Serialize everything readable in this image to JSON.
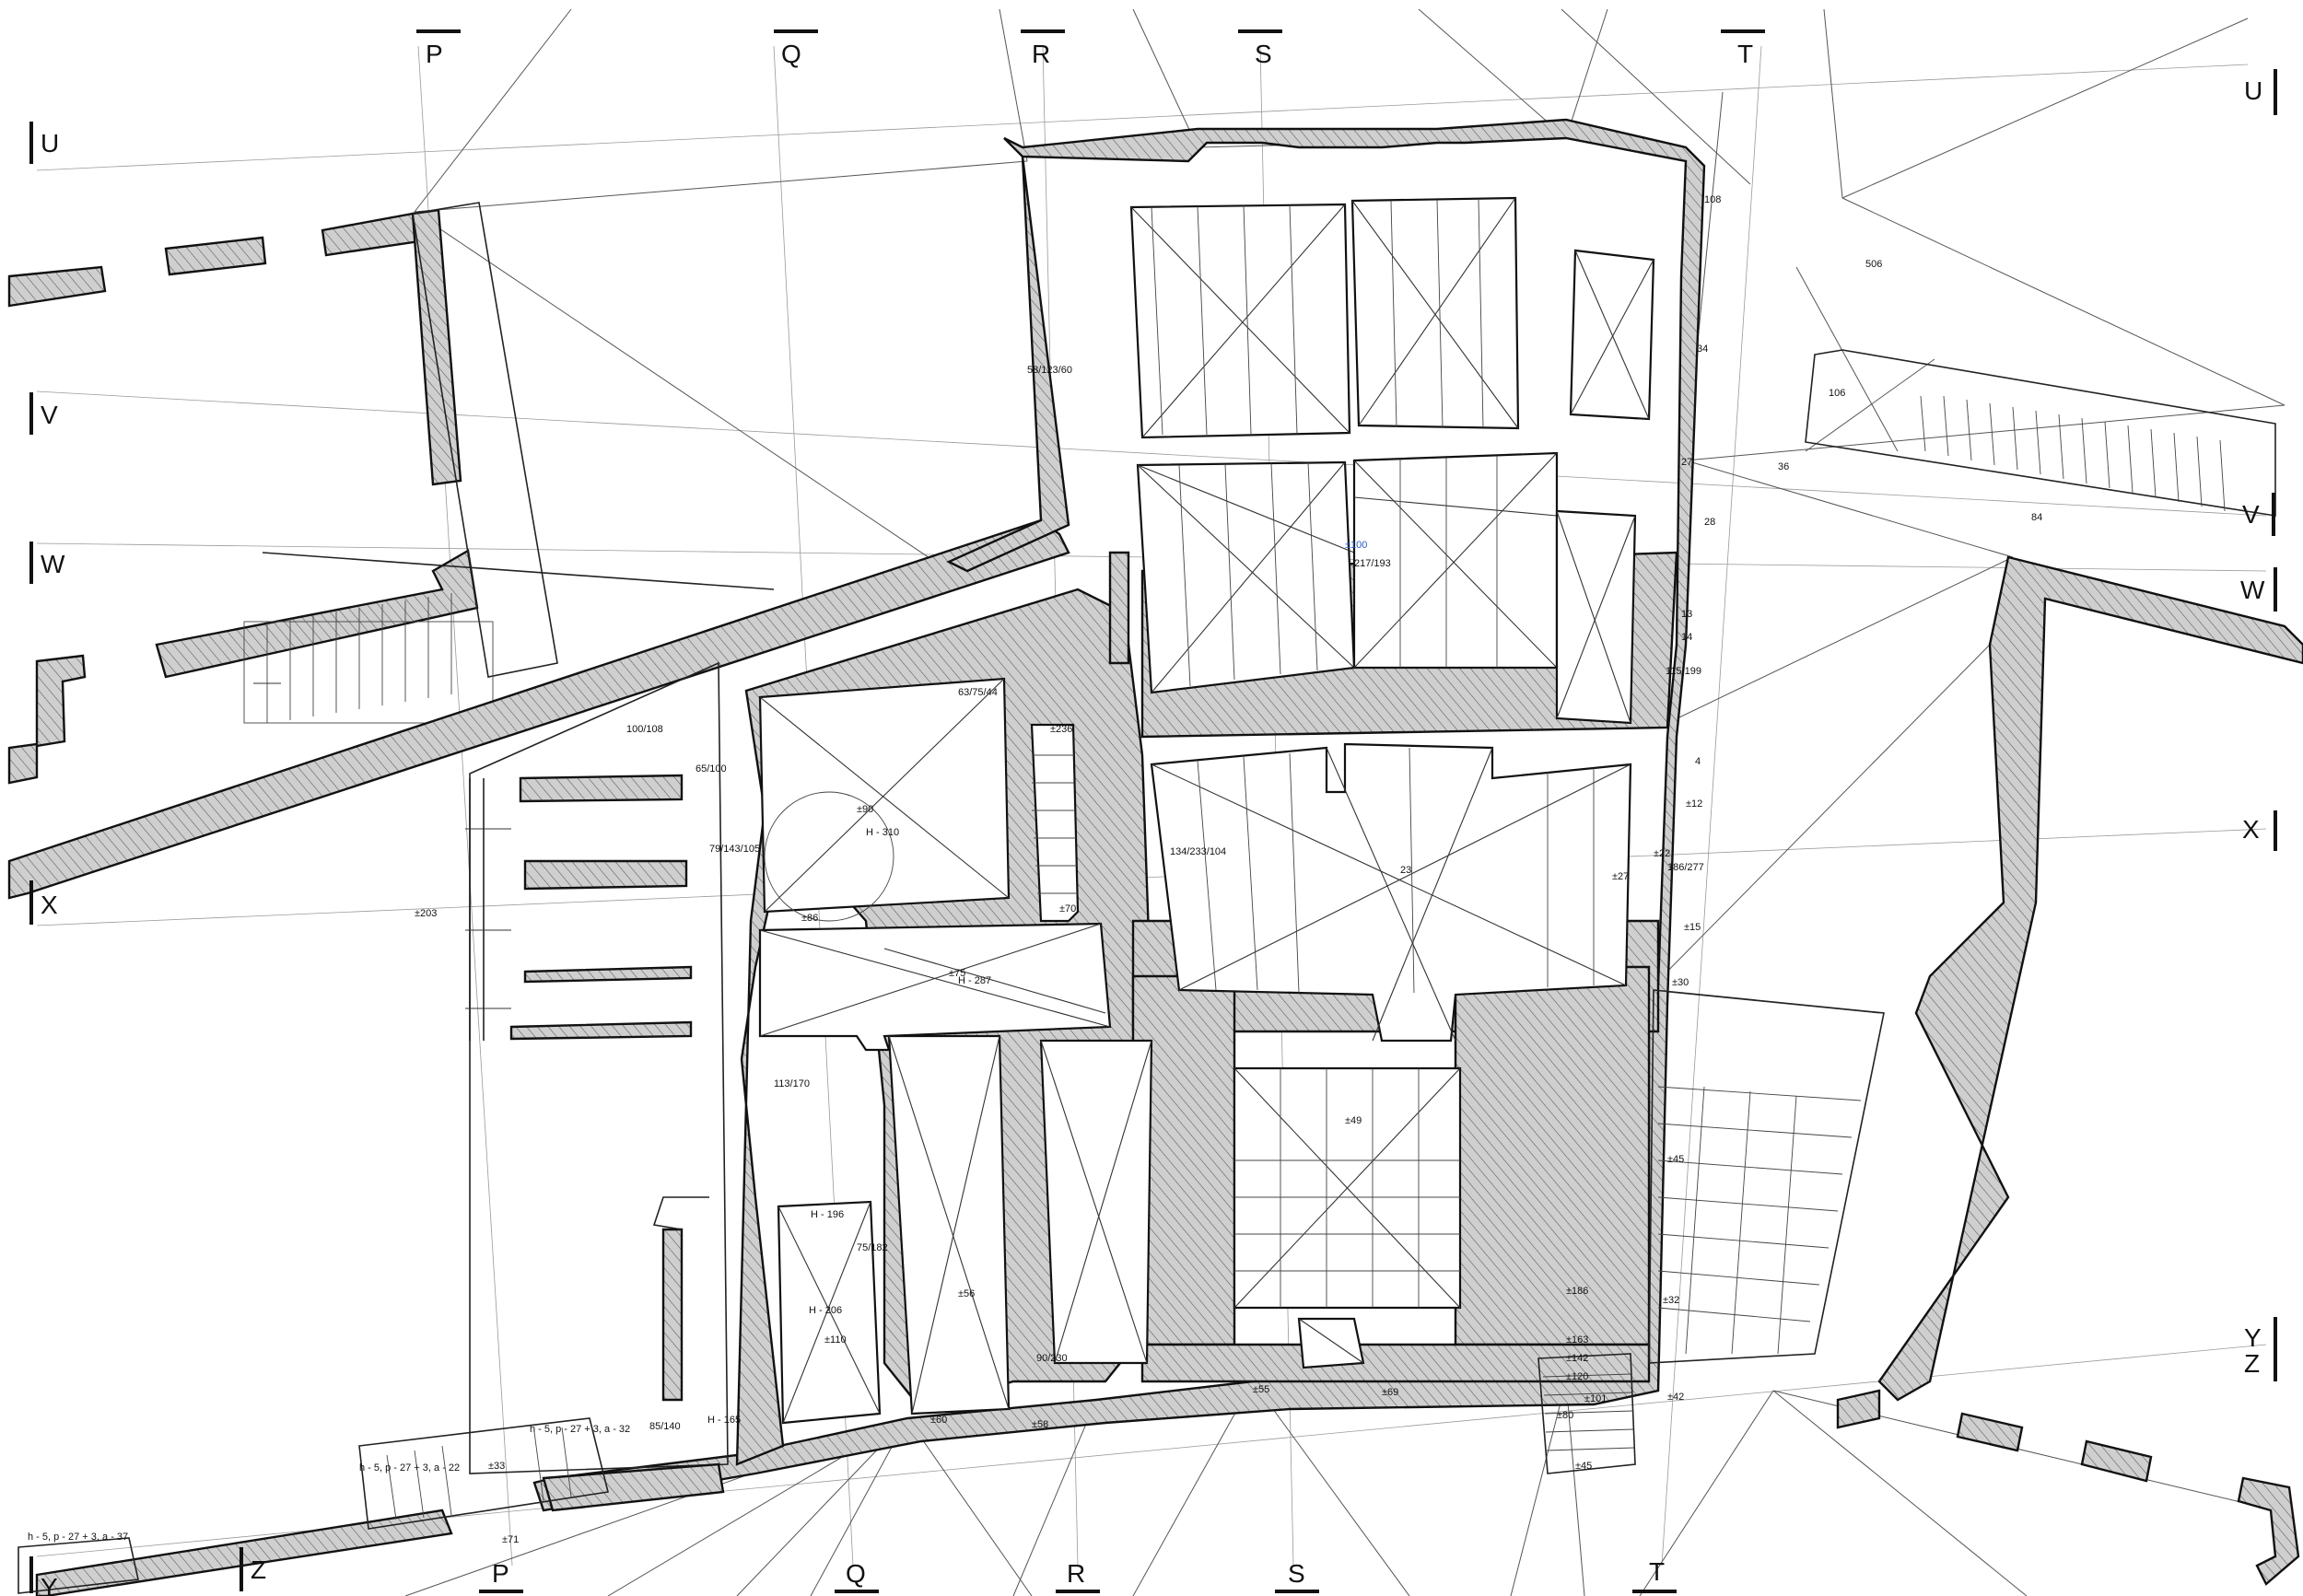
{
  "grid_labels": {
    "top": [
      "P",
      "Q",
      "R",
      "S",
      "T"
    ],
    "bottom": [
      "P",
      "Q",
      "R",
      "S",
      "T"
    ],
    "left": [
      "U",
      "V",
      "W",
      "X",
      "Y",
      "Z"
    ],
    "right": [
      "U",
      "V",
      "W",
      "X",
      "Y",
      "Z"
    ]
  },
  "spot_levels": [
    "±90",
    "±70",
    "±75",
    "±60",
    "±58",
    "±56",
    "±55",
    "±49",
    "±42",
    "±33",
    "±32",
    "±30",
    "±12",
    "±15",
    "±22",
    "±27",
    "±45",
    "±203",
    "±163",
    "±142",
    "±120",
    "±101",
    "±186",
    "±236",
    "±80",
    "±86",
    "±69",
    "±110",
    "±71",
    "±45",
    "28",
    "13",
    "14",
    "4",
    "34",
    "36",
    "27",
    "506",
    "106",
    "84",
    "108",
    "23",
    "±100"
  ],
  "room_annotations": [
    "H - 310",
    "H - 287",
    "H - 196",
    "H - 206",
    "H - 165",
    "100/108",
    "134/233/104",
    "115/199",
    "217/193",
    "63/75/44",
    "58/123/60",
    "79/143/105",
    "85/140",
    "90/230",
    "75/182",
    "186/277",
    "65/100",
    "113/170",
    "h - 5, p - 27 + 3, a - 32",
    "h - 5, p - 27 + 3, a - 22",
    "h - 5, p - 27 + 3, a - 37"
  ],
  "colors": {
    "wall_fill": "#cfcfcf",
    "line": "#111111",
    "accent": "#2b59c3"
  }
}
